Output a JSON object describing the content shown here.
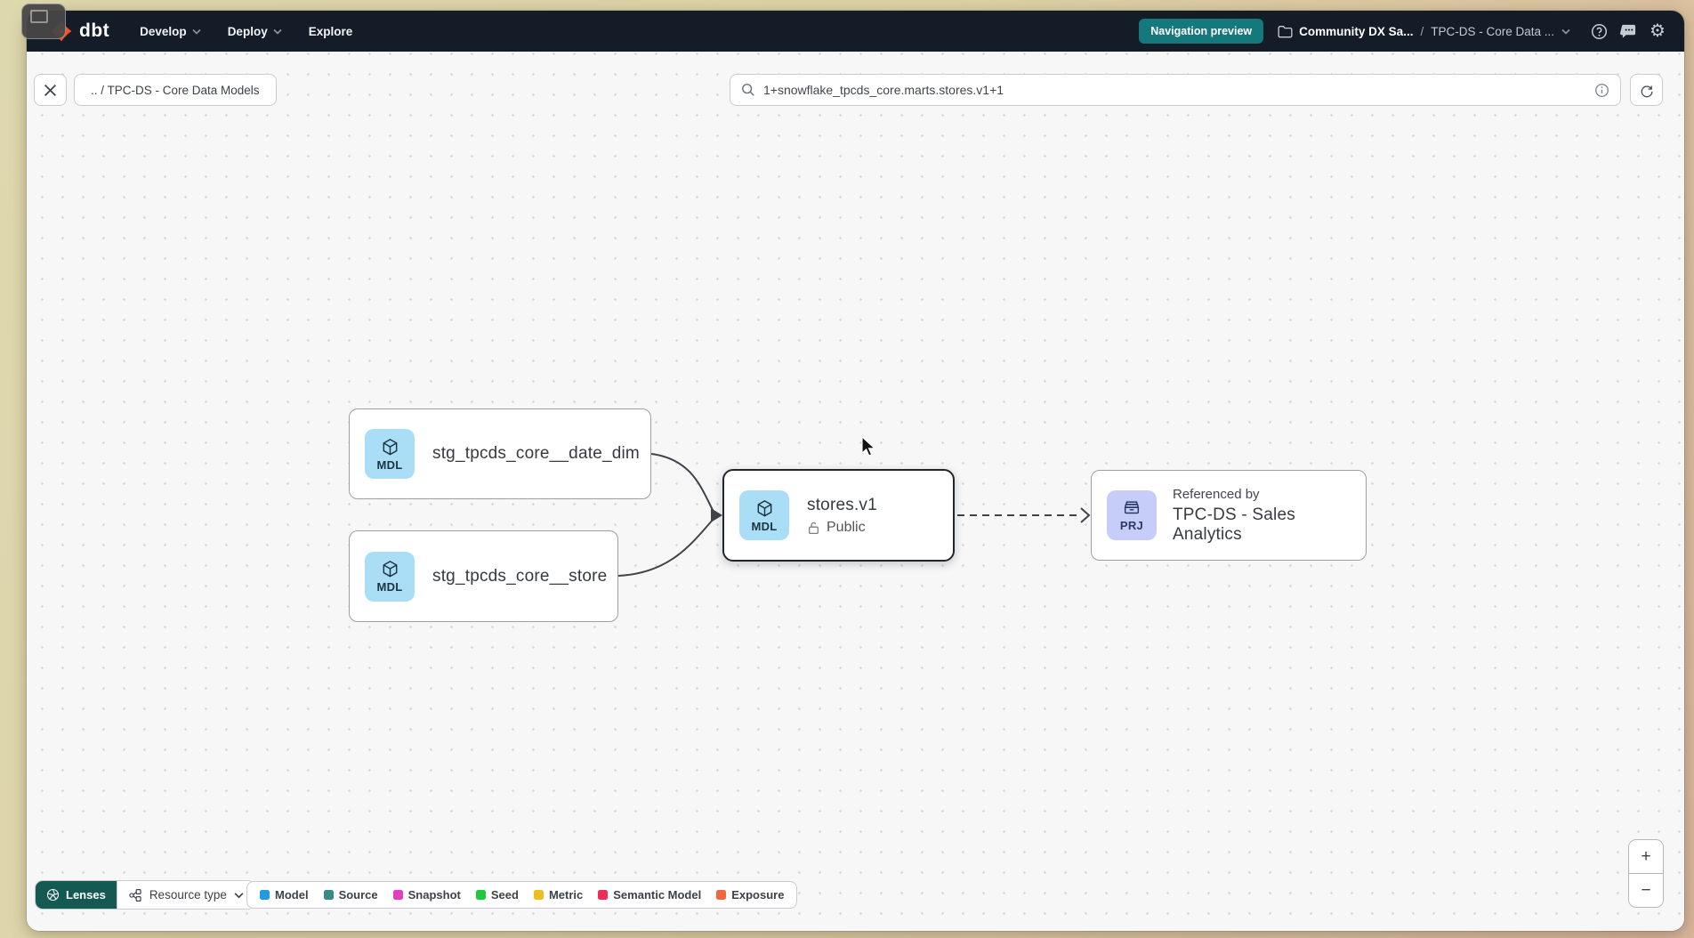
{
  "navbar": {
    "logo_text": "dbt",
    "menu_develop": "Develop",
    "menu_deploy": "Deploy",
    "menu_explore": "Explore",
    "preview_badge": "Navigation preview",
    "breadcrumb_project": "Community DX Sa...",
    "breadcrumb_separator": "/",
    "breadcrumb_section": "TPC-DS - Core Data ..."
  },
  "toolbar": {
    "back_chip_label": ".. / TPC-DS - Core Data Models",
    "search_value": "1+snowflake_tpcds_core.marts.stores.v1+1"
  },
  "graph": {
    "node_date_dim": {
      "badge": "MDL",
      "label": "stg_tpcds_core__date_dim"
    },
    "node_store": {
      "badge": "MDL",
      "label": "stg_tpcds_core__store"
    },
    "node_stores_v1": {
      "badge": "MDL",
      "label": "stores.v1",
      "access": "Public"
    },
    "node_project": {
      "badge": "PRJ",
      "kicker": "Referenced by",
      "label": "TPC-DS - Sales Analytics"
    }
  },
  "colors": {
    "model_badge_bg": "#a9def6",
    "project_badge_bg": "#c5cdf8",
    "accent_teal": "#15787c",
    "lenses_bg": "#155953",
    "edge": "#3f444a"
  },
  "footer": {
    "lenses_label": "Lenses",
    "resource_type_label": "Resource type",
    "legend": [
      {
        "label": "Model",
        "color": "#1f9ce4"
      },
      {
        "label": "Source",
        "color": "#3a8a85"
      },
      {
        "label": "Snapshot",
        "color": "#e23ec0"
      },
      {
        "label": "Seed",
        "color": "#1fc93f"
      },
      {
        "label": "Metric",
        "color": "#eebd20"
      },
      {
        "label": "Semantic Model",
        "color": "#f02b57"
      },
      {
        "label": "Exposure",
        "color": "#f2683e"
      }
    ]
  },
  "zoom_controls": {
    "zoom_in": "+",
    "zoom_out": "−"
  }
}
